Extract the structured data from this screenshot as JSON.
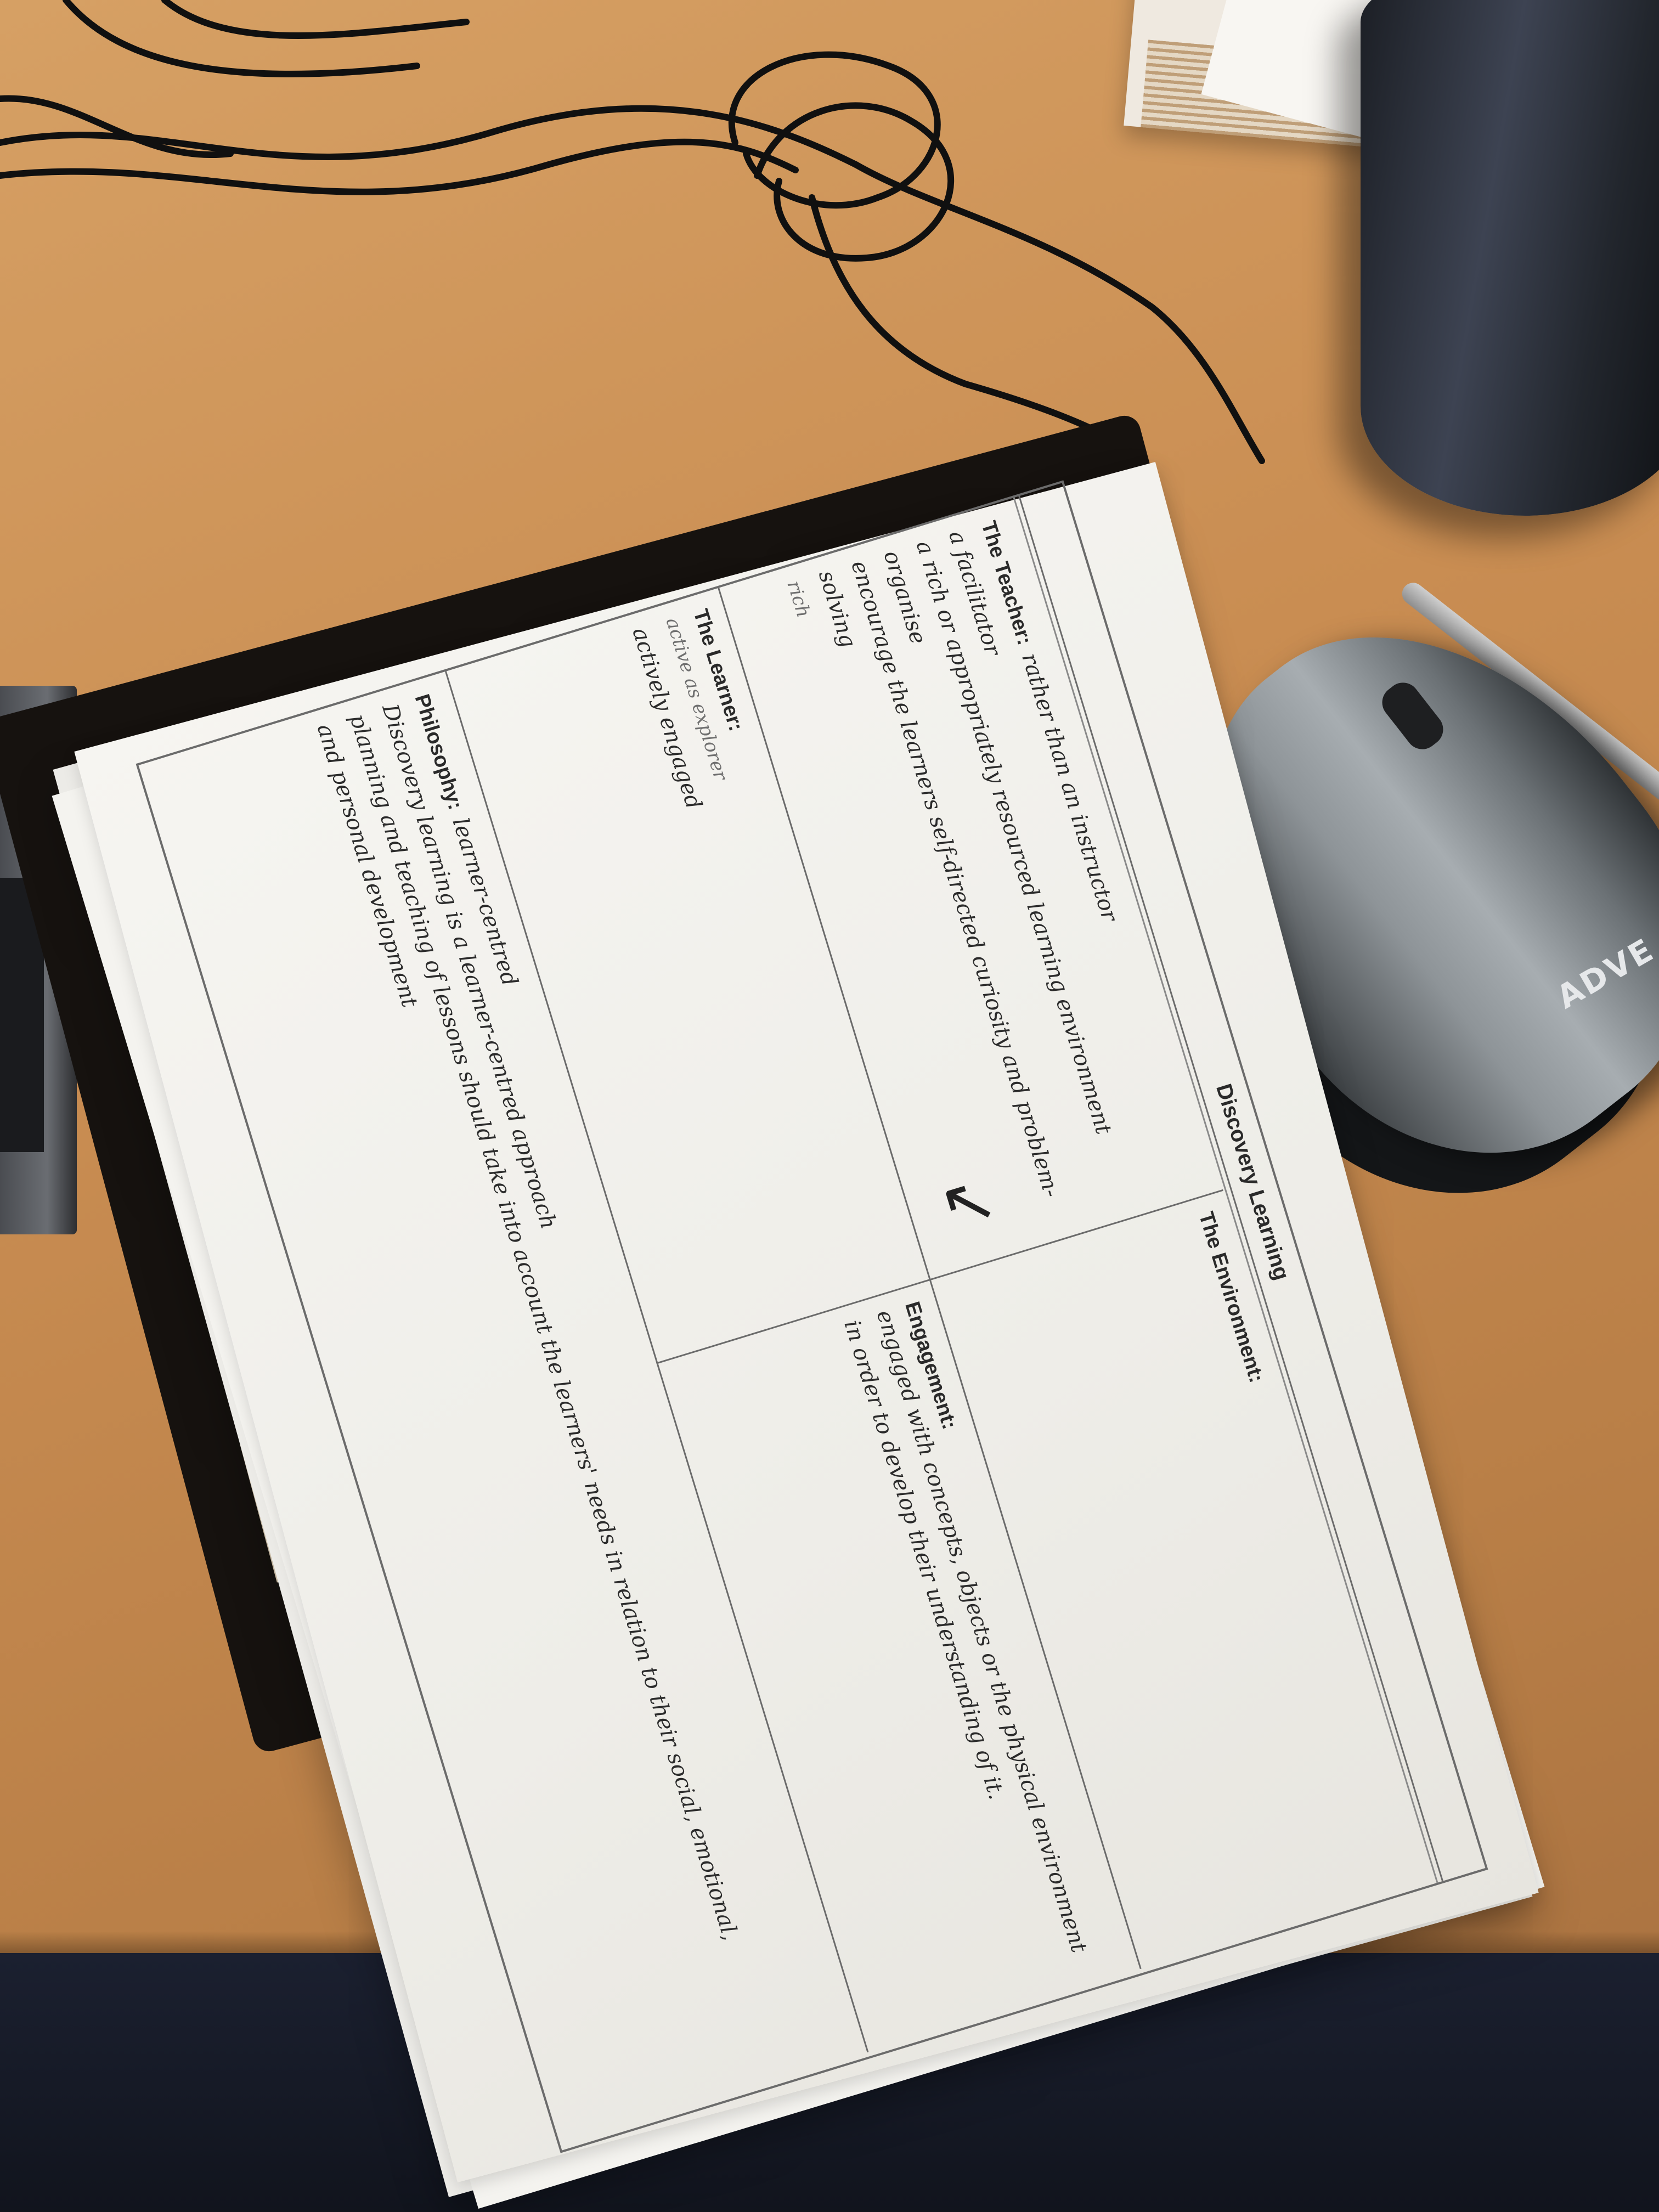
{
  "mouse": {
    "brand": "ADVE"
  },
  "document": {
    "title": "Discovery Learning",
    "cells": {
      "teacher": {
        "label": "The Teacher:",
        "lines": [
          "rather than an instructor",
          "a facilitator",
          "a rich or appropriately resourced learning environment",
          "organise",
          "encourage the learners self-directed curiosity and problem-solving"
        ],
        "note": "rich"
      },
      "environment": {
        "label": "The Environment:"
      },
      "learner": {
        "label": "The Learner:",
        "lines": [
          "active as explorer",
          "actively engaged"
        ]
      },
      "engagement": {
        "label": "Engagement:",
        "lines": [
          "engaged with concepts, objects or the physical environment",
          "in order to develop their understanding of it."
        ]
      },
      "philosophy": {
        "label": "Philosophy:",
        "lines": [
          "learner-centred",
          "Discovery learning is a learner-centred approach",
          "planning and teaching of lessons should take into account the learners' needs in relation to their social, emotional,",
          "and personal development"
        ]
      }
    }
  }
}
